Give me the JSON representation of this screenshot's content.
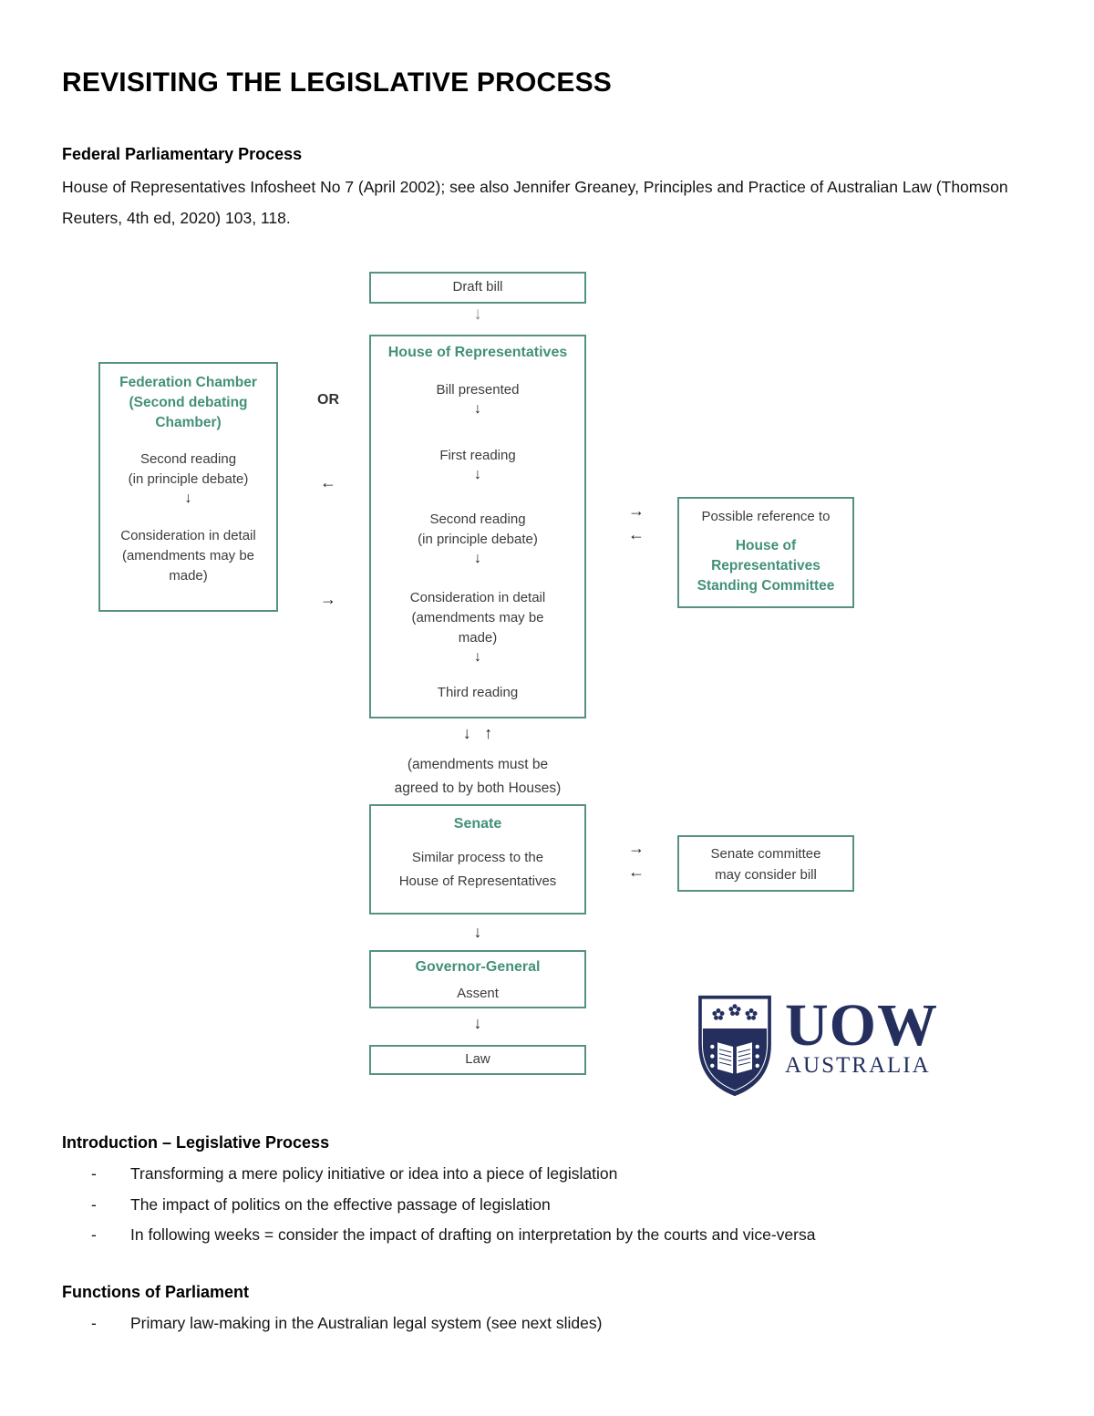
{
  "doc": {
    "title": "REVISITING THE LEGISLATIVE PROCESS",
    "subheading": "Federal Parliamentary Process",
    "citation": "House of Representatives Infosheet No 7 (April 2002); see also Jennifer Greaney, Principles and Practice of Australian Law (Thomson Reuters, 4th ed, 2020) 103, 118."
  },
  "glyphs": {
    "down": "↓",
    "up": "↑",
    "left": "←",
    "right": "→",
    "dash": "-",
    "or": "OR"
  },
  "flow": {
    "draft_bill": "Draft bill",
    "house": {
      "title": "House of Representatives",
      "step1": "Bill presented",
      "step2": "First reading",
      "step3_line1": "Second reading",
      "step3_line2": "(in principle debate)",
      "step4_line1": "Consideration in detail",
      "step4_line2": "(amendments may be",
      "step4_line3": "made)",
      "step5": "Third reading"
    },
    "federation": {
      "title_line1": "Federation Chamber",
      "title_line2": "(Second debating",
      "title_line3": "Chamber)",
      "step1_line1": "Second reading",
      "step1_line2": "(in principle debate)",
      "step2_line1": "Consideration in detail",
      "step2_line2": "(amendments may be",
      "step2_line3": "made)"
    },
    "standing_committee": {
      "line1": "Possible reference to",
      "green_line1": "House of",
      "green_line2": "Representatives",
      "green_line3": "Standing Committee"
    },
    "between_houses_note_line1": "(amendments must be",
    "between_houses_note_line2": "agreed to by both Houses)",
    "senate": {
      "title": "Senate",
      "body_line1": "Similar process to the",
      "body_line2": "House of Representatives"
    },
    "senate_committee": {
      "line1": "Senate committee",
      "line2": "may consider bill"
    },
    "governor_general": {
      "title": "Governor-General",
      "body": "Assent"
    },
    "law": "Law"
  },
  "logo": {
    "acronym": "UOW",
    "country": "AUSTRALIA"
  },
  "sections": {
    "introduction": {
      "heading": "Introduction – Legislative Process",
      "bullets": [
        "Transforming a mere policy initiative or idea into a piece of legislation",
        "The impact of politics on the effective passage of legislation",
        "In following weeks = consider the impact of drafting on interpretation by the courts and vice-versa"
      ]
    },
    "functions": {
      "heading": "Functions of Parliament",
      "bullets": [
        "Primary law-making in the Australian legal system (see next slides)"
      ]
    }
  },
  "colors": {
    "green": "#579184",
    "green-text": "#43907A",
    "navy": "#242F5E",
    "ink": "#141414",
    "box-text": "#3C3C3C"
  }
}
